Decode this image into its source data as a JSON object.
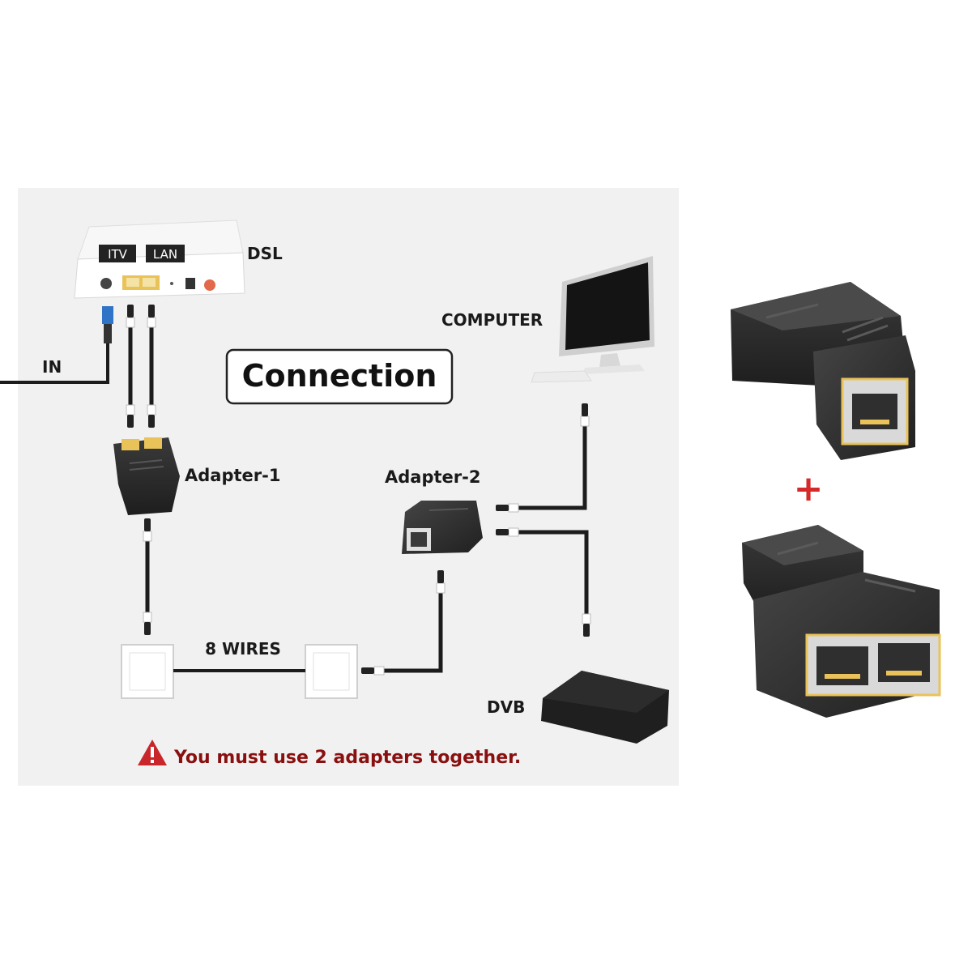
{
  "labels": {
    "dsl": "DSL",
    "itv": "ITV",
    "lan": "LAN",
    "in": "IN",
    "computer": "COMPUTER",
    "adapter1": "Adapter-1",
    "adapter2": "Adapter-2",
    "wires": "8 WIRES",
    "dvb": "DVB"
  },
  "title": "Connection",
  "warning": "You must use 2 adapters together.",
  "plus": "+",
  "colors": {
    "panel": "#f1f1f1",
    "cable": "#1c1c1c",
    "adapter": "#2e2e2e",
    "warning": "#8a1010",
    "warning_icon": "#c8262b",
    "plus": "#d42a2a",
    "router": "#fafafa",
    "port_gold": "#e9c25a",
    "fiber_blue": "#2f74c7"
  },
  "icons": [
    "router-icon",
    "computer-icon",
    "adapter-icon",
    "wall-plate-icon",
    "dvb-box-icon",
    "warning-icon",
    "rj45-plug-icon"
  ]
}
